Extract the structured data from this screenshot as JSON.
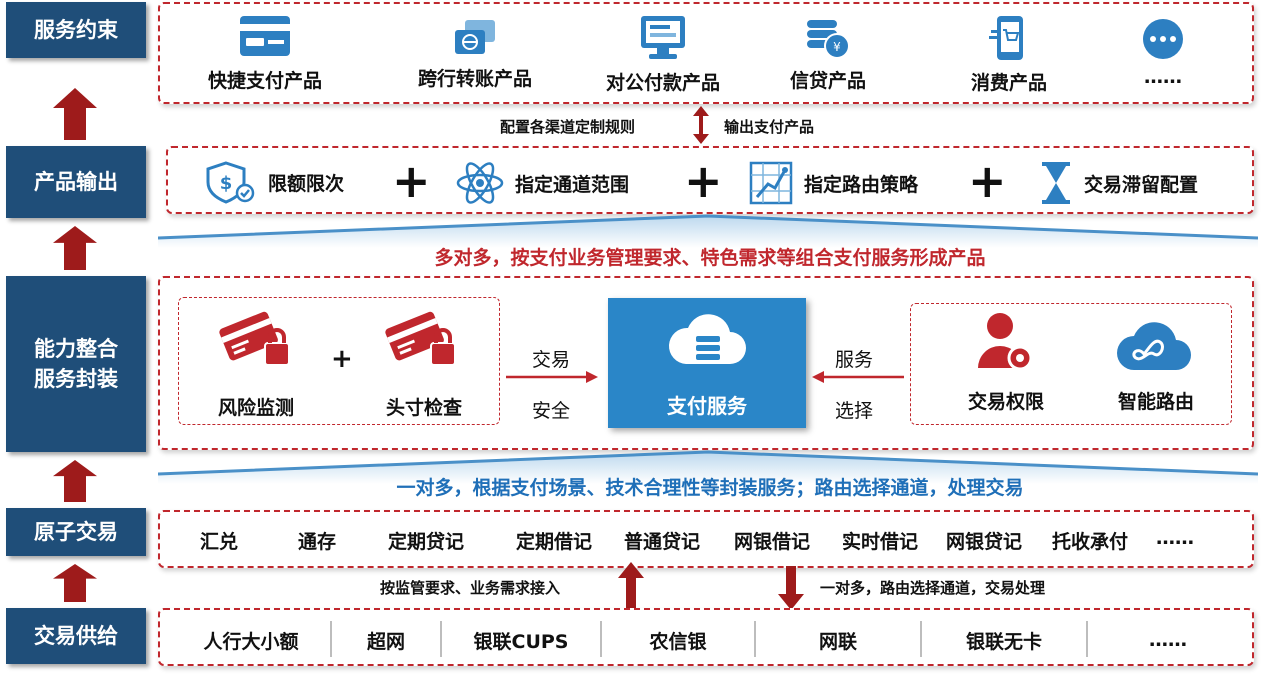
{
  "layers": {
    "service_constraint": "服务约束",
    "product_output": "产品输出",
    "capability_integration": [
      "能力整合",
      "服务封装"
    ],
    "atomic_transaction": "原子交易",
    "transaction_supply": "交易供给"
  },
  "products": [
    "快捷支付产品",
    "跨行转账产品",
    "对公付款产品",
    "信贷产品",
    "消费产品",
    "……"
  ],
  "between_constraint_output": {
    "left": "配置各渠道定制规则",
    "right": "输出支付产品"
  },
  "configs": [
    "限额限次",
    "指定通道范围",
    "指定路由策略",
    "交易滞留配置"
  ],
  "plus_sign": "+",
  "integration_title": "多对多，按支付业务管理要求、特色需求等组合支付服务形成产品",
  "risk_group": [
    "风险监测",
    "头寸检查"
  ],
  "left_flow": [
    "交易",
    "安全"
  ],
  "core_service": "支付服务",
  "right_flow": [
    "服务",
    "选择"
  ],
  "routing_group": [
    "交易权限",
    "智能路由"
  ],
  "atomic_title": "一对多，根据支付场景、技术合理性等封装服务；路由选择通道，处理交易",
  "atomic_transactions": [
    "汇兑",
    "通存",
    "定期贷记",
    "定期借记",
    "普通贷记",
    "网银借记",
    "实时借记",
    "网银贷记",
    "托收承付",
    "……"
  ],
  "supply_flow": {
    "up": "按监管要求、业务需求接入",
    "down": "一对多，路由选择通道，交易处理"
  },
  "channels": [
    "人行大小额",
    "超网",
    "银联CUPS",
    "农信银",
    "网联",
    "银联无卡",
    "……"
  ],
  "colors": {
    "label_bg": "#1f4e79",
    "arrow_red": "#9e1b1b",
    "dashed_red": "#c0272d",
    "icon_blue": "#2d7fc1",
    "core_blue": "#2a86c8",
    "title_blue": "#1f6fb8"
  }
}
